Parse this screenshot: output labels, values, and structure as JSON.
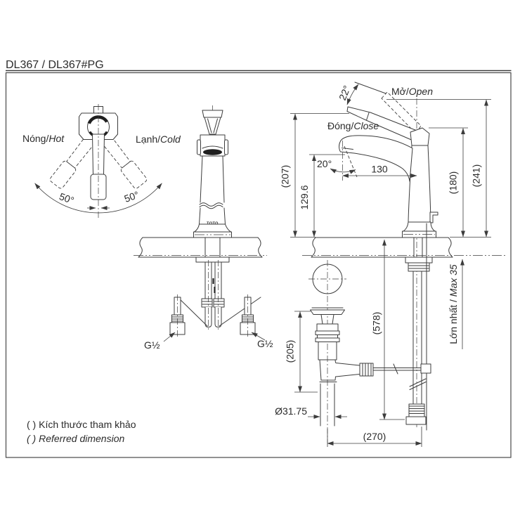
{
  "title": "DL367 / DL367#PG",
  "colors": {
    "line": "#3c3c3c",
    "text": "#2b2b2b"
  },
  "top_view": {
    "hot_vi": "Nóng/",
    "hot_en": "Hot",
    "cold_vi": "Lạnh/",
    "cold_en": "Cold",
    "angle_left": "50°",
    "angle_right": "50°"
  },
  "front_view": {
    "brand": "TOTO",
    "thread_left": "G½",
    "thread_right": "G½"
  },
  "side_view": {
    "open_vi": "Mở/",
    "open_en": "Open",
    "close_vi": "Đóng/",
    "close_en": "Close",
    "lever_angle": "22°",
    "spout_angle": "20°",
    "dim_spout_reach": "130",
    "dim_height_closed": "(207)",
    "dim_spout_height": "129.6",
    "dim_height_body": "(180)",
    "dim_height_open": "(241)",
    "dim_supply_length": "(578)",
    "dim_drain_length": "(205)",
    "dim_tailpipe_dia": "Ø31.75",
    "dim_offset": "(270)",
    "max_deck_vi": "Lớn nhất / ",
    "max_deck_en": "Max 35"
  },
  "notes": {
    "vi": "( ) Kích thước tham khảo",
    "en": "( ) Referred dimension"
  }
}
